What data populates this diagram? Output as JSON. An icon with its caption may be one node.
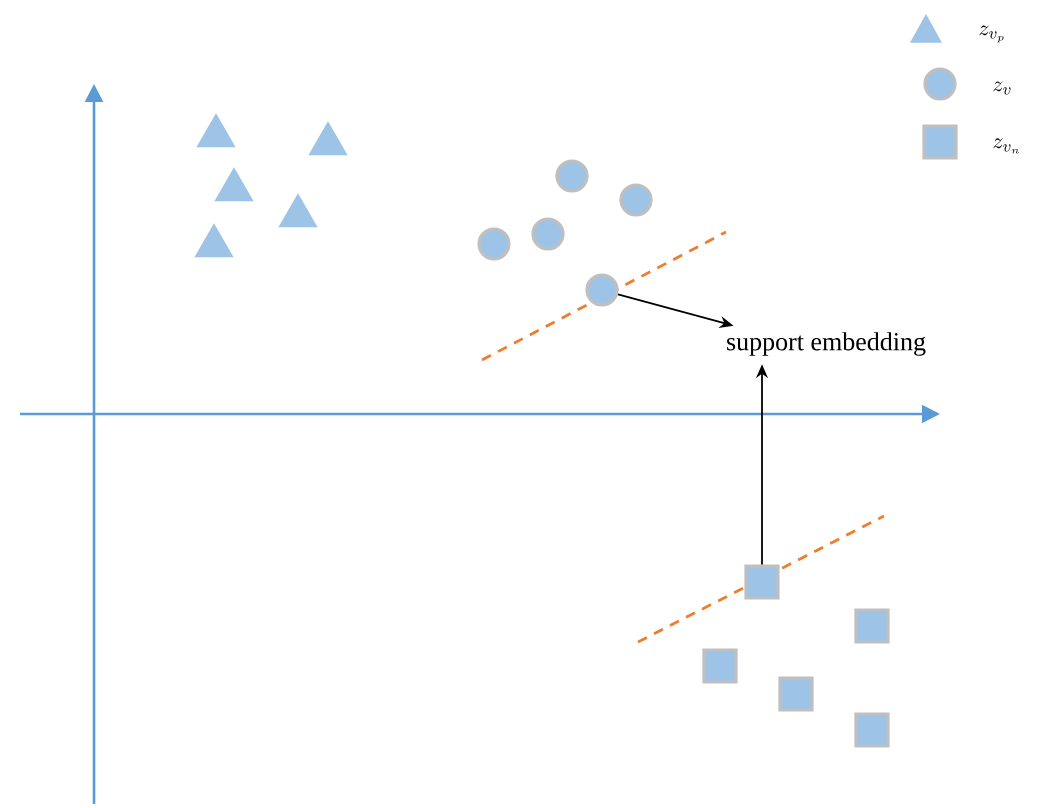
{
  "diagram": {
    "nodes": [
      {
        "text": [
          "support embedding"
        ]
      },
      {
        "text": [],
        "shape": "triangle"
      },
      {
        "text": [],
        "shape": "triangle"
      },
      {
        "text": [],
        "shape": "triangle"
      },
      {
        "text": [],
        "shape": "triangle"
      },
      {
        "text": [],
        "shape": "triangle"
      },
      {
        "text": [],
        "shape": "circle"
      },
      {
        "text": [],
        "shape": "circle"
      },
      {
        "text": [],
        "shape": "circle"
      },
      {
        "text": [],
        "shape": "circle"
      },
      {
        "text": [],
        "shape": "circle"
      },
      {
        "text": [],
        "shape": "box"
      },
      {
        "text": [],
        "shape": "box"
      },
      {
        "text": [],
        "shape": "box"
      },
      {
        "text": [],
        "shape": "box"
      },
      {
        "text": [],
        "shape": "box"
      }
    ],
    "edges": [
      {
        "from": 9,
        "to": 0,
        "arrow": "to"
      },
      {
        "from": 12,
        "to": 0,
        "arrow": "to"
      }
    ],
    "legend": [
      {
        "text": "z_{v_p}"
      },
      {
        "text": "z_v"
      },
      {
        "text": "z_{v_n}"
      }
    ]
  }
}
